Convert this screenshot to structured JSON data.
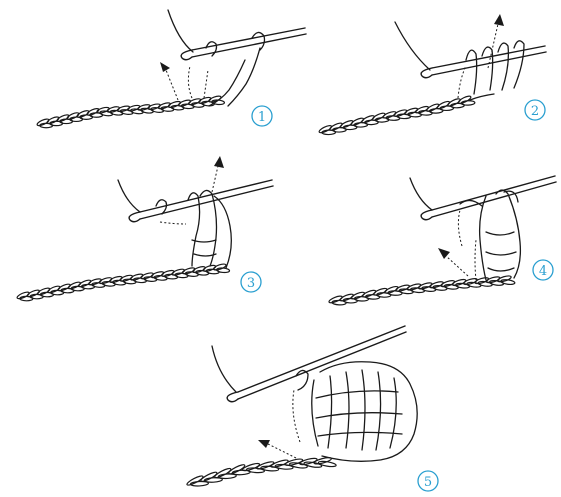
{
  "diagram": {
    "steps": [
      {
        "number": "1"
      },
      {
        "number": "2"
      },
      {
        "number": "3"
      },
      {
        "number": "4"
      },
      {
        "number": "5"
      }
    ]
  },
  "colors": {
    "ink": "#1a1a1a",
    "label": "#2a9fd0",
    "background": "#ffffff"
  },
  "icons": {
    "hook": "crochet-hook-icon",
    "chain": "chain-stitch-icon",
    "arrow": "direction-arrow-icon"
  }
}
